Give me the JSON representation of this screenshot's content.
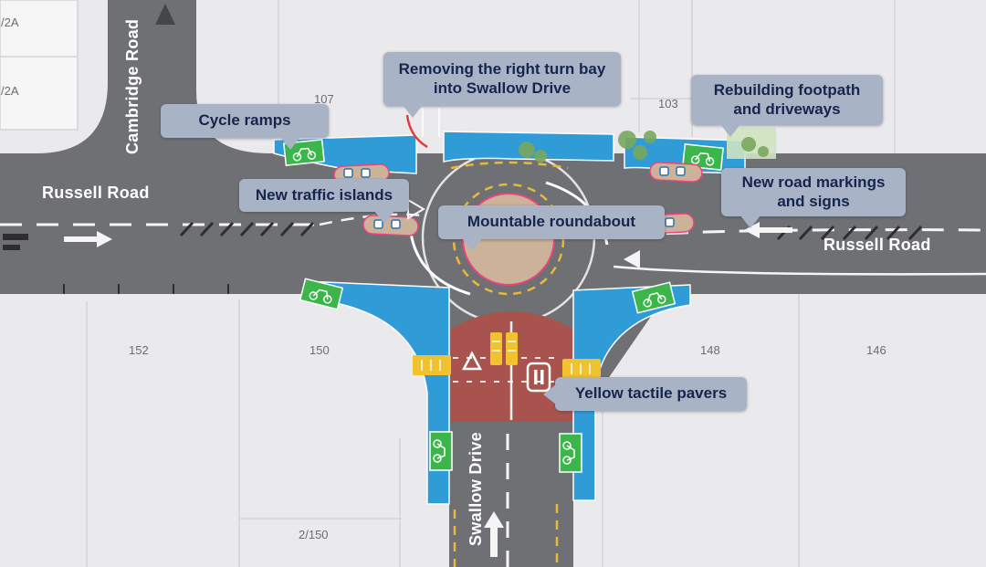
{
  "callouts": {
    "cycle_ramps": "Cycle ramps",
    "removing_turn_bay": "Removing the right turn bay into Swallow Drive",
    "rebuilding_footpath": "Rebuilding footpath and driveways",
    "traffic_islands": "New traffic islands",
    "roundabout": "Mountable roundabout",
    "road_markings": "New road markings and signs",
    "tactile_pavers": "Yellow tactile pavers"
  },
  "roads": {
    "cambridge": "Cambridge Road",
    "russell_west": "Russell Road",
    "russell_east": "Russell Road",
    "swallow": "Swallow Drive"
  },
  "parcels": {
    "lot_2a_upper": "/2A",
    "lot_2a_lower": "/2A",
    "lot_107": "107",
    "lot_103": "103",
    "lot_152": "152",
    "lot_150": "150",
    "lot_148": "148",
    "lot_146": "146",
    "lot_2_150": "2/150"
  },
  "colors": {
    "road": "#6e7073",
    "background": "#eaeaec",
    "new_footpath_blue": "#2f9cd8",
    "cycle_ramp_green": "#3cb54a",
    "raised_platform_red": "#a9534e",
    "tactile_yellow": "#f2c12e",
    "island_tan": "#ccb299",
    "island_outline_pink": "#e8457e",
    "callout_bg": "#a9b3c6",
    "callout_text": "#16254c"
  }
}
